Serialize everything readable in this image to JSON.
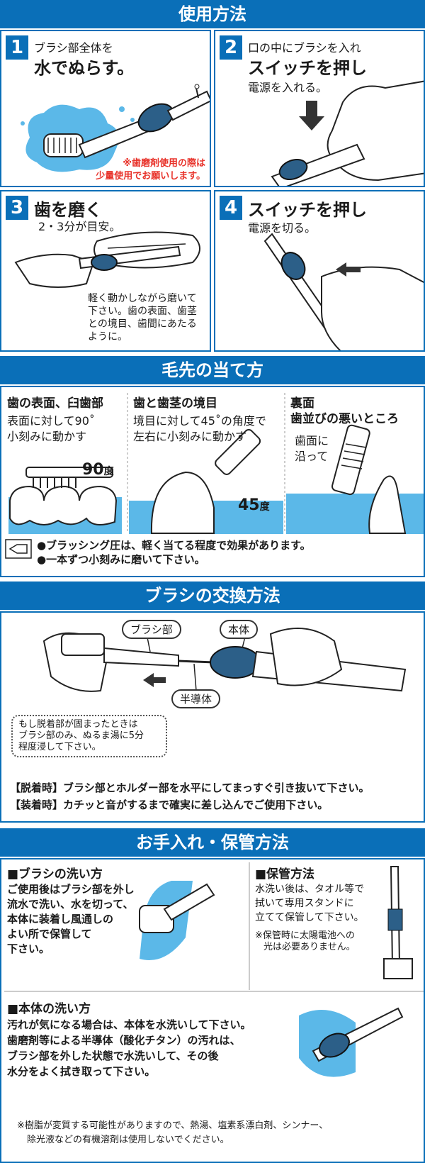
{
  "sections": {
    "usage": "使用方法",
    "angle": "毛先の当て方",
    "exchange": "ブラシの交換方法",
    "care": "お手入れ・保管方法"
  },
  "steps": [
    {
      "num": "1",
      "line1": "ブラシ部全体を",
      "line2": "水でぬらす。",
      "note1": "※歯磨剤使用の際は",
      "note2": "少量使用でお願いします。"
    },
    {
      "num": "2",
      "line1": "口の中にブラシを入れ",
      "line2": "スイッチを押し",
      "line3": "電源を入れる。"
    },
    {
      "num": "3",
      "line1": "歯を磨く",
      "line2": "2・3分が目安。",
      "desc": [
        "軽く動かしながら磨いて",
        "下さい。歯の表面、歯茎",
        "との境目、歯間にあたる",
        "ように。"
      ]
    },
    {
      "num": "4",
      "line1": "スイッチを押し",
      "line2": "電源を切る。"
    }
  ],
  "angles": [
    {
      "title": "歯の表面、臼歯部",
      "desc1": "表面に対して90˚",
      "desc2": "小刻みに動かす",
      "degree": "90",
      "unit": "度"
    },
    {
      "title": "歯と歯茎の境目",
      "desc1": "境目に対して45˚の角度で",
      "desc2": "左右に小刻みに動かす",
      "degree": "45",
      "unit": "度"
    },
    {
      "title1": "裏面",
      "title2": "歯並びの悪いところ",
      "desc1": "歯面に",
      "desc2": "沿って"
    }
  ],
  "angle_tips": [
    "●ブラッシング圧は、軽く当てる程度で効果があります。",
    "●一本ずつ小刻みに磨いて下さい。"
  ],
  "exchange": {
    "label_brush": "ブラシ部",
    "label_body": "本体",
    "label_semi": "半導体",
    "dotted": [
      "もし脱着部が固まったときは",
      "ブラシ部のみ、ぬるま湯に5分",
      "程度浸して下さい。"
    ],
    "detach": "【脱着時】ブラシ部とホルダー部を水平にしてまっすぐ引き抜いて下さい。",
    "attach": "【装着時】カチッと音がするまで確実に差し込んでご使用下さい。"
  },
  "care": {
    "brush_title": "■ブラシの洗い方",
    "brush_text": [
      "ご使用後はブラシ部を外し",
      "流水で洗い、水を切って、",
      "本体に装着し風通しの",
      "よい所で保管して",
      "下さい。"
    ],
    "storage_title": "■保管方法",
    "storage_text": [
      "水洗い後は、タオル等で",
      "拭いて専用スタンドに",
      "立てて保管して下さい。"
    ],
    "storage_note": [
      "※保管時に太陽電池への",
      "光は必要ありません。"
    ],
    "body_title": "■本体の洗い方",
    "body_text": [
      "汚れが気になる場合は、本体を水洗いして下さい。",
      "歯磨剤等による半導体（酸化チタン）の汚れは、",
      "ブラシ部を外した状態で水洗いして、その後",
      "水分をよく拭き取って下さい。"
    ],
    "warning": [
      "※樹脂が変質する可能性がありますので、熱湯、塩素系漂白剤、シンナー、",
      "除光液などの有機溶剤は使用しないでください。"
    ]
  },
  "colors": {
    "accent": "#0a6fb8",
    "water": "#5bb8e8",
    "warn": "#e8322a"
  }
}
